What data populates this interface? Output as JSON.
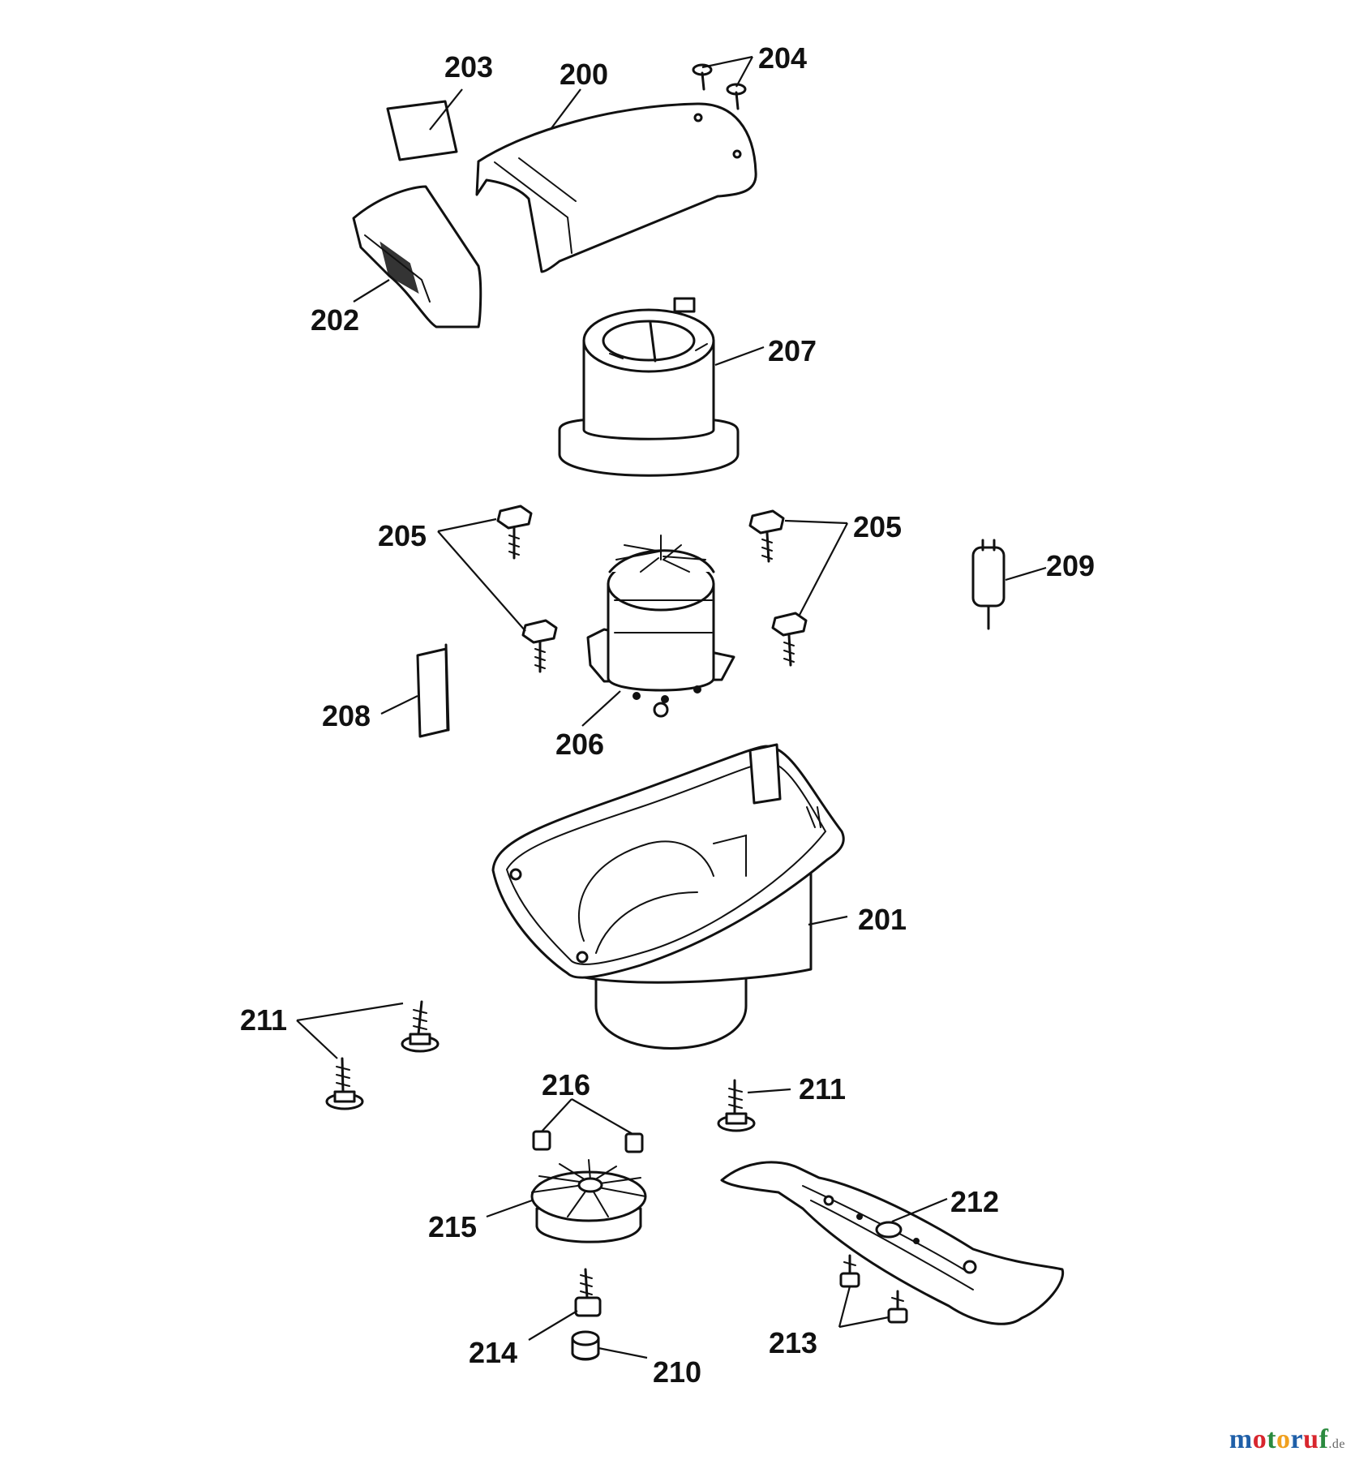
{
  "labels": {
    "p200": "200",
    "p201": "201",
    "p202": "202",
    "p203": "203",
    "p204": "204",
    "p205a": "205",
    "p205b": "205",
    "p206": "206",
    "p207": "207",
    "p208": "208",
    "p209": "209",
    "p210": "210",
    "p211a": "211",
    "p211b": "211",
    "p212": "212",
    "p213": "213",
    "p214": "214",
    "p215": "215",
    "p216": "216"
  },
  "watermark": {
    "letters": [
      "m",
      "o",
      "t",
      "o",
      "r",
      "u",
      "f"
    ],
    "suffix": ".de"
  },
  "colors": {
    "ink": "#111111",
    "background": "#ffffff",
    "watermark": [
      "#1f5fa8",
      "#d8262e",
      "#2a8a3e",
      "#f0a01e",
      "#1f5fa8",
      "#d8262e",
      "#2a8a3e"
    ]
  }
}
